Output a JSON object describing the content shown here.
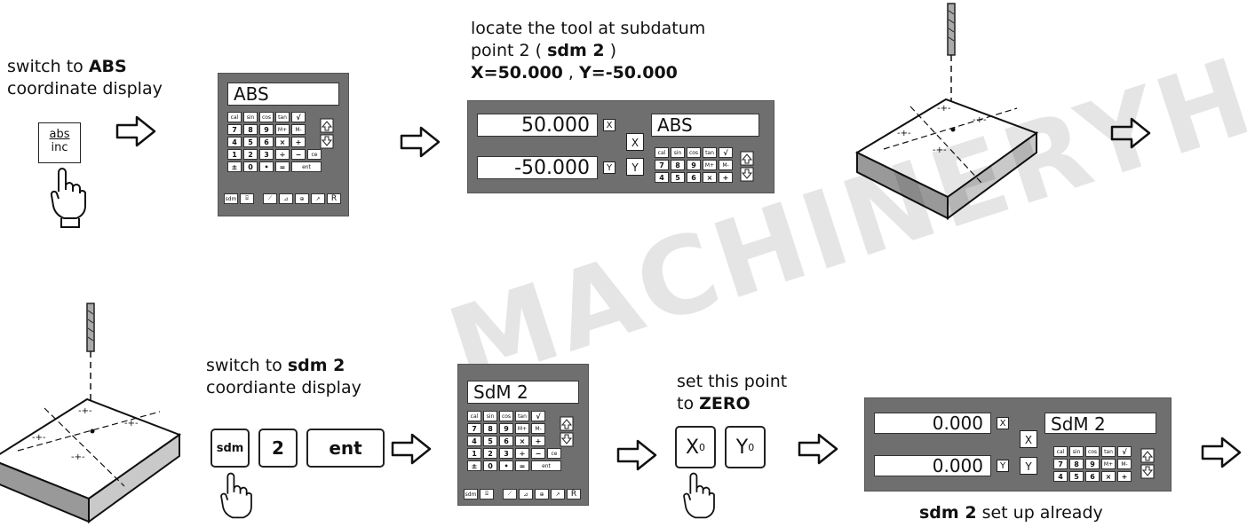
{
  "row1": {
    "step1_line1_pre": "switch to ",
    "step1_line1_bold": "ABS",
    "step1_line2": "coordinate display",
    "abs_key_top": "abs",
    "abs_key_bottom": "inc",
    "panel1_display": "ABS",
    "step3_line1": "locate the tool at subdatum",
    "step3_line2_pre": "point 2 ( ",
    "step3_line2_bold": "sdm 2",
    "step3_line2_post": " )",
    "step3_line3_a": "X=50.000",
    "step3_line3_sep": " , ",
    "step3_line3_b": "Y=-50.000",
    "dro_x": "50.000",
    "dro_y": "-50.000",
    "dro_mode": "ABS"
  },
  "row2": {
    "step2_line1_pre": "switch to ",
    "step2_line1_bold": "sdm 2",
    "step2_line2": "coordiante display",
    "key_sdm": "sdm",
    "key_2": "2",
    "key_ent": "ent",
    "panel2_display": "SdM 2",
    "step4_line1": "set this point",
    "step4_line2_pre": "to ",
    "step4_line2_bold": "ZERO",
    "key_x0": "X",
    "key_y0": "Y",
    "key_sub": "0",
    "dro_x": "0.000",
    "dro_y": "0.000",
    "dro_mode": "SdM 2",
    "caption_bold": "sdm 2",
    "caption_rest": " set up already"
  },
  "keypad": {
    "full": [
      [
        "cal",
        "sin",
        "cos",
        "tan",
        "√"
      ],
      [
        "7",
        "8",
        "9",
        "M+",
        "M-"
      ],
      [
        "4",
        "5",
        "6",
        "×",
        "+"
      ],
      [
        "1",
        "2",
        "3",
        "÷",
        "−",
        "ce"
      ],
      [
        "±",
        "0",
        "•",
        "=",
        "ent"
      ]
    ],
    "small": [
      [
        "cal",
        "sin",
        "cos",
        "tan",
        "√"
      ],
      [
        "7",
        "8",
        "9",
        "M+",
        "M-"
      ],
      [
        "4",
        "5",
        "6",
        "×",
        "+"
      ]
    ],
    "bottom_sdm": "sdm",
    "bottom_r": "R"
  },
  "axis_labels": {
    "x": "X",
    "y": "Y"
  },
  "watermark": "MACHINERYHOUSE"
}
